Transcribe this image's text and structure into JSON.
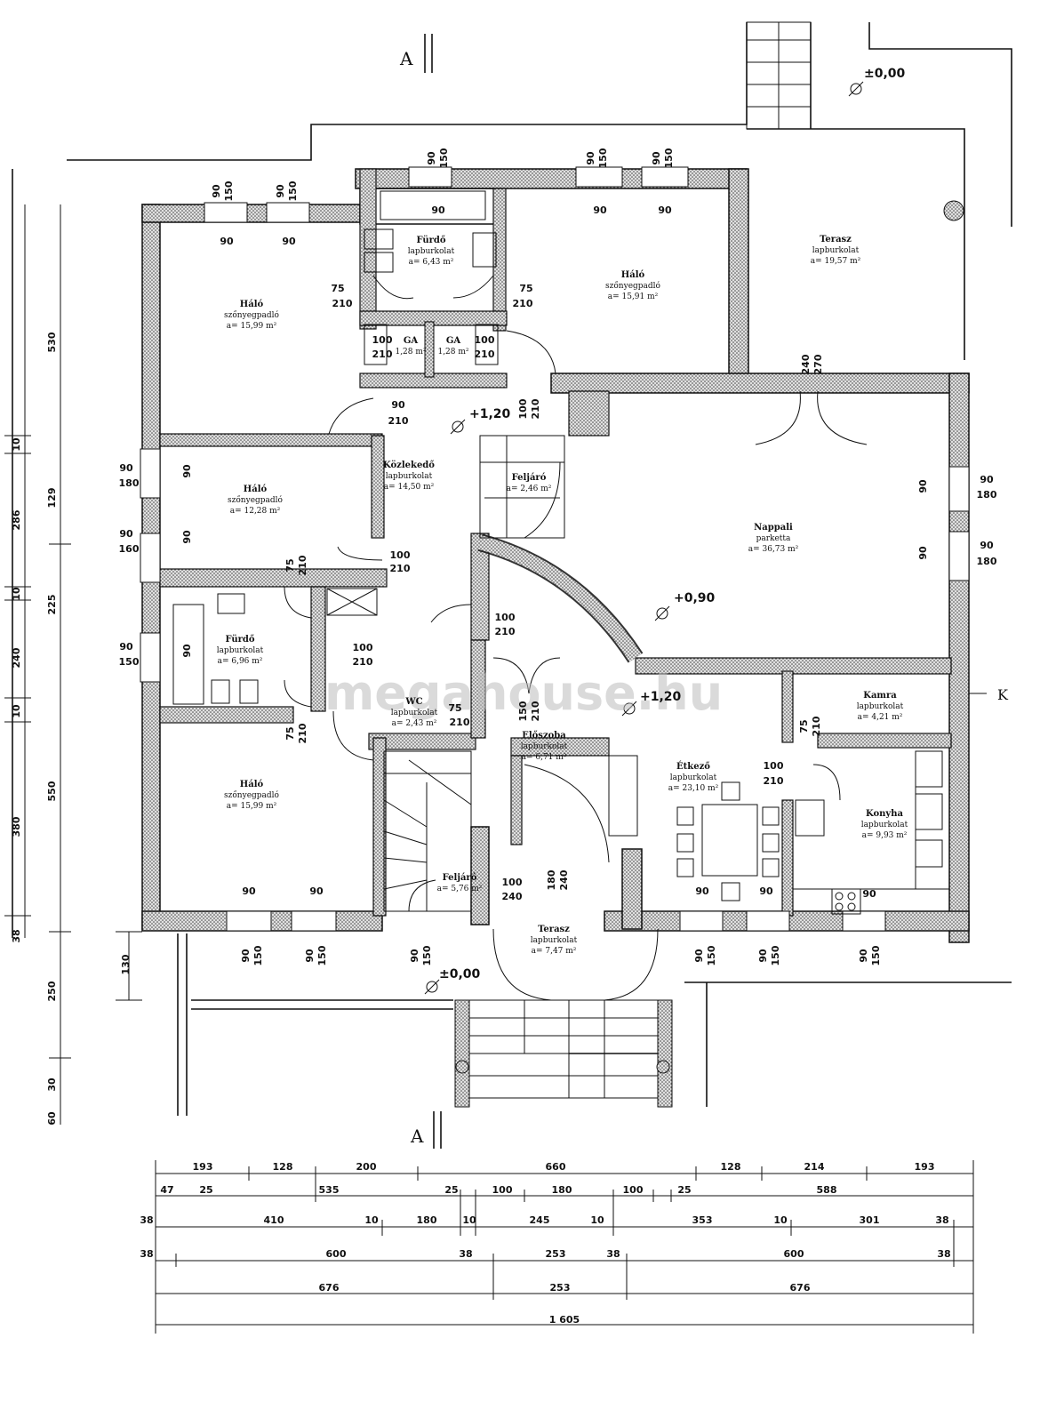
{
  "rooms": [
    {
      "id": "halo-nw",
      "name": "Háló",
      "floor": "szőnyegpadló",
      "area": "a= 15,99 m²"
    },
    {
      "id": "furdo-n",
      "name": "Fürdő",
      "floor": "lapburkolat",
      "area": "a= 6,43 m²"
    },
    {
      "id": "halo-n",
      "name": "Háló",
      "floor": "szőnyegpadló",
      "area": "a= 15,91 m²"
    },
    {
      "id": "terasz-ne",
      "name": "Terasz",
      "floor": "lapburkolat",
      "area": "a= 19,57 m²"
    },
    {
      "id": "ga-1",
      "name": "GA",
      "floor": "",
      "area": "1,28 m²"
    },
    {
      "id": "ga-2",
      "name": "GA",
      "floor": "",
      "area": "1,28 m²"
    },
    {
      "id": "kozlekedo",
      "name": "Közlekedő",
      "floor": "lapburkolat",
      "area": "a= 14,50 m²"
    },
    {
      "id": "feljaro-1",
      "name": "Feljáró",
      "floor": "",
      "area": "a= 2,46 m²"
    },
    {
      "id": "halo-w",
      "name": "Háló",
      "floor": "szőnyegpadló",
      "area": "a= 12,28 m²"
    },
    {
      "id": "nappali",
      "name": "Nappali",
      "floor": "parketta",
      "area": "a= 36,73 m²"
    },
    {
      "id": "furdo-w",
      "name": "Fürdő",
      "floor": "lapburkolat",
      "area": "a= 6,96 m²"
    },
    {
      "id": "wc",
      "name": "WC",
      "floor": "lapburkolat",
      "area": "a= 2,43 m²"
    },
    {
      "id": "kamra",
      "name": "Kamra",
      "floor": "lapburkolat",
      "area": "a= 4,21 m²"
    },
    {
      "id": "eloszoba",
      "name": "Előszoba",
      "floor": "lapburkolat",
      "area": "a= 6,71 m²"
    },
    {
      "id": "etkezo",
      "name": "Étkező",
      "floor": "lapburkolat",
      "area": "a= 23,10 m²"
    },
    {
      "id": "konyha",
      "name": "Konyha",
      "floor": "lapburkolat",
      "area": "a= 9,93 m²"
    },
    {
      "id": "halo-sw",
      "name": "Háló",
      "floor": "szőnyegpadló",
      "area": "a= 15,99 m²"
    },
    {
      "id": "feljaro-2",
      "name": "Feljáró",
      "floor": "",
      "area": "a= 5,76 m²"
    },
    {
      "id": "terasz-s",
      "name": "Terasz",
      "floor": "lapburkolat",
      "area": "a= 7,47 m²"
    }
  ],
  "levels": {
    "top": "±0,00",
    "center": "+1,20",
    "living": "+0,90",
    "entrance": "+1,20",
    "bottom": "±0,00"
  },
  "section": {
    "label_top": "A",
    "label_bottom": "A",
    "label_right": "K"
  },
  "watermark": "megahouse.hu",
  "openings": [
    {
      "a": "90",
      "b": "150"
    },
    {
      "a": "90",
      "b": "150"
    },
    {
      "a": "90",
      "b": "150"
    },
    {
      "a": "90",
      "b": "150"
    },
    {
      "a": "90",
      "b": "150"
    },
    {
      "a": "90",
      "b": "150"
    },
    {
      "a": "90",
      "b": "150"
    },
    {
      "a": "90",
      "b": "150"
    },
    {
      "a": "90",
      "b": "150"
    },
    {
      "a": "90",
      "b": "150"
    },
    {
      "a": "90",
      "b": "150"
    },
    {
      "a": "90",
      "b": "150"
    }
  ],
  "labels_small": {
    "90": "90",
    "75": "75",
    "100": "100",
    "210": "210",
    "180": "180",
    "240": "240",
    "270": "270",
    "150": "150",
    "160": "160"
  },
  "dims_bottom": [
    [
      "193",
      "128",
      "200",
      "660",
      "128",
      "214",
      "193"
    ],
    [
      "47",
      "25",
      "535",
      "25",
      "100",
      "180",
      "100",
      "25",
      "588"
    ],
    [
      "38",
      "410",
      "10",
      "180",
      "10",
      "245",
      "10",
      "353",
      "10",
      "301",
      "38"
    ],
    [
      "38",
      "600",
      "38",
      "253",
      "38",
      "600",
      "38"
    ],
    [
      "676",
      "253",
      "676"
    ],
    [
      "1 605"
    ]
  ],
  "dims_left": [
    "530",
    "10",
    "129",
    "286",
    "225",
    "10",
    "240",
    "10",
    "550",
    "380",
    "38",
    "130",
    "250",
    "30",
    "60"
  ]
}
